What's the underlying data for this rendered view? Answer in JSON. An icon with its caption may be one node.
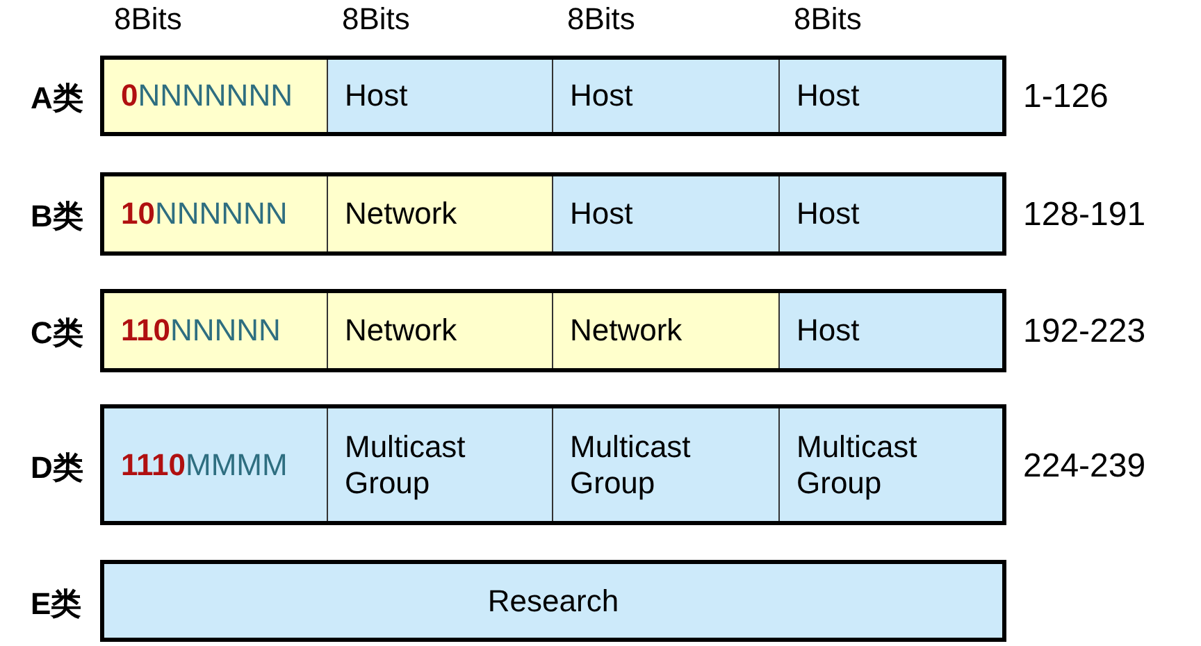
{
  "diagram": {
    "labels": [
      "8Bits",
      "8Bits",
      "8Bits",
      "8Bits",
      "A类",
      "**0**NNNNNNN",
      "Host",
      "Host",
      "Host",
      "1-126",
      "B类",
      "**10**NNNNNN",
      "Network",
      "Host",
      "Host",
      "128-191",
      "C类",
      "**110**NNNNN",
      "Network",
      "Network",
      "Host",
      "192-223",
      "D类",
      "**1110**MMMM",
      "Multicast Group",
      "Multicast Group",
      "Multicast Group",
      "224-239",
      "E类",
      "Research"
    ]
  }
}
